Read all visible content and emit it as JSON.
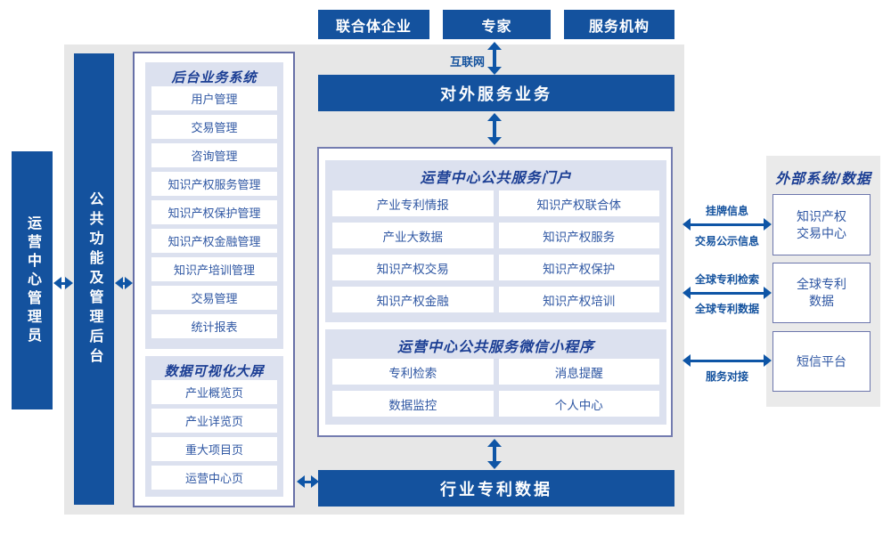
{
  "colors": {
    "primary_blue": "#14529e",
    "arrow_blue": "#0e55a6",
    "header_text": "#1b3e94",
    "item_text": "#2f57a3",
    "panel_bg": "#dce1ef",
    "background_gray": "#e7e7e7"
  },
  "top_nodes": [
    {
      "label": "联合体企业"
    },
    {
      "label": "专家"
    },
    {
      "label": "服务机构"
    }
  ],
  "internet_label": "互联网",
  "external_service_bar": "对外服务业务",
  "admin_bar": "运营中心管理员",
  "backend_bar": "公共功能及管理后台",
  "back_office": {
    "title": "后台业务系统",
    "items": [
      "用户管理",
      "交易管理",
      "咨询管理",
      "知识产权服务管理",
      "知识产权保护管理",
      "知识产权金融管理",
      "知识产培训管理",
      "交易管理",
      "统计报表"
    ]
  },
  "data_viz": {
    "title": "数据可视化大屏",
    "items": [
      "产业概览页",
      "产业详览页",
      "重大项目页",
      "运营中心页"
    ]
  },
  "portal": {
    "title": "运营中心公共服务门户",
    "items": [
      "产业专利情报",
      "知识产权联合体",
      "产业大数据",
      "知识产权服务",
      "知识产权交易",
      "知识产权保护",
      "知识产权金融",
      "知识产权培训"
    ]
  },
  "mini_program": {
    "title": "运营中心公共服务微信小程序",
    "items": [
      "专利检索",
      "消息提醒",
      "数据监控",
      "个人中心"
    ]
  },
  "industry_patent_bar": "行业专利数据",
  "external_systems": {
    "title": "外部系统/数据",
    "boxes": [
      "知识产权\n交易中心",
      "全球专利\n数据",
      "短信平台"
    ]
  },
  "link_labels": {
    "listing_info": "挂牌信息",
    "trade_publicity": "交易公示信息",
    "global_patent_search": "全球专利检索",
    "global_patent_data": "全球专利数据",
    "service_connect": "服务对接"
  }
}
